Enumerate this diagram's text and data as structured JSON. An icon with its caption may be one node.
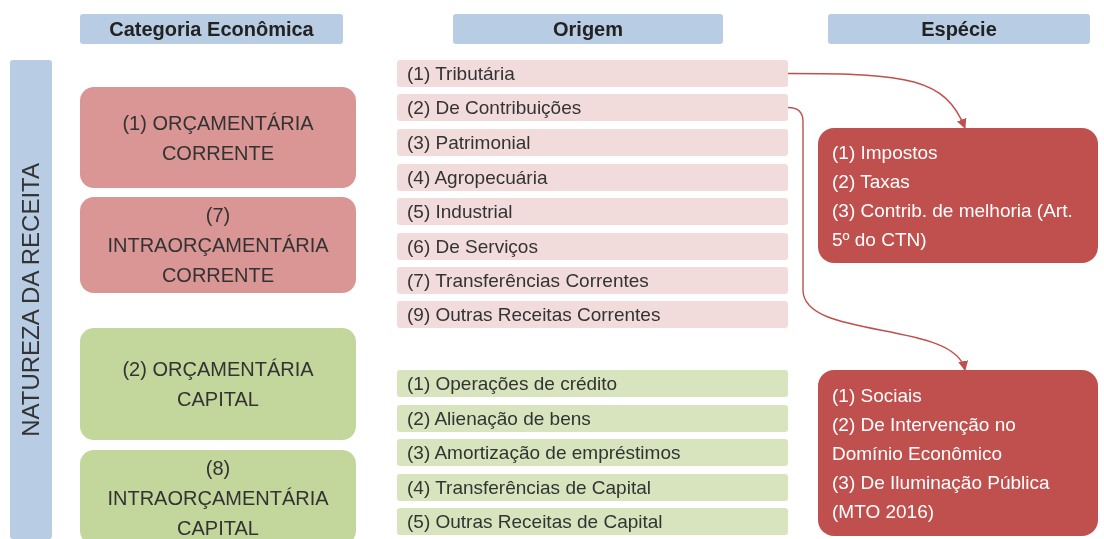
{
  "diagram": {
    "nodes": [
      {
        "text": [
          "Categoria Econômica"
        ]
      },
      {
        "text": [
          "Origem"
        ]
      },
      {
        "text": [
          "Espécie"
        ]
      },
      {
        "text": [
          "NATUREZA DA RECEITA"
        ]
      },
      {
        "text": [
          "(1) ORÇAMENTÁRIA CORRENTE"
        ]
      },
      {
        "text": [
          "(7) INTRAORÇAMENTÁRIA CORRENTE"
        ]
      },
      {
        "text": [
          "(2) ORÇAMENTÁRIA CAPITAL"
        ]
      },
      {
        "text": [
          "(8) INTRAORÇAMENTÁRIA CAPITAL"
        ]
      },
      {
        "text": [
          "(1) Tributária"
        ]
      },
      {
        "text": [
          "(2) De Contribuições"
        ]
      },
      {
        "text": [
          "(3) Patrimonial"
        ]
      },
      {
        "text": [
          "(4) Agropecuária"
        ]
      },
      {
        "text": [
          "(5) Industrial"
        ]
      },
      {
        "text": [
          "(6) De Serviços"
        ]
      },
      {
        "text": [
          "(7) Transferências Correntes"
        ]
      },
      {
        "text": [
          "(9) Outras Receitas Correntes"
        ]
      },
      {
        "text": [
          "(1) Operações de crédito"
        ]
      },
      {
        "text": [
          "(2) Alienação de bens"
        ]
      },
      {
        "text": [
          "(3) Amortização de empréstimos"
        ]
      },
      {
        "text": [
          "(4) Transferências de Capital"
        ]
      },
      {
        "text": [
          "(5) Outras Receitas de Capital"
        ]
      },
      {
        "text": [
          "(1) Impostos",
          "(2) Taxas",
          "(3) Contrib. de melhoria (Art. 5º do CTN)"
        ]
      },
      {
        "text": [
          "(1) Sociais",
          "(2) De Intervenção no Domínio Econômico",
          "(3) De Iluminação Pública (MTO 2016)"
        ]
      }
    ],
    "edges": [
      {
        "from": 8,
        "to": 21,
        "arrow": "to"
      },
      {
        "from": 9,
        "to": 22,
        "arrow": "to"
      }
    ]
  }
}
